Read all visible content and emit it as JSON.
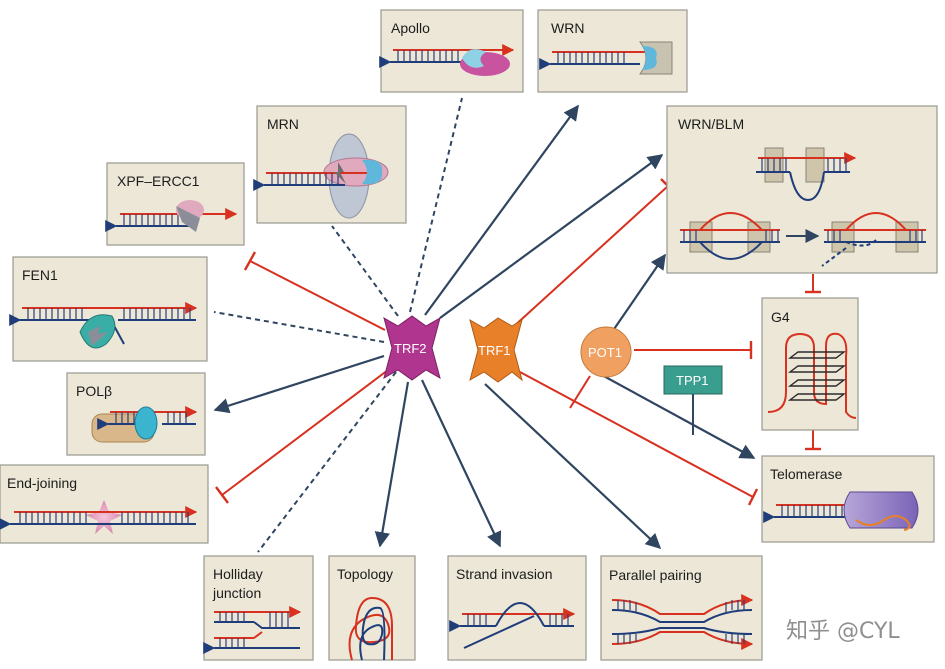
{
  "hubs": {
    "trf2": "TRF2",
    "trf1": "TRF1",
    "pot1": "POT1",
    "tpp1": "TPP1"
  },
  "boxes": {
    "apollo": "Apollo",
    "wrn": "WRN",
    "mrn": "MRN",
    "xpf": "XPF–ERCC1",
    "wrnblm": "WRN/BLM",
    "fen1": "FEN1",
    "g4": "G4",
    "polb": "POLβ",
    "endjoining": "End-joining",
    "telomerase": "Telomerase",
    "holliday_line1": "Holliday",
    "holliday_line2": "junction",
    "topology": "Topology",
    "strand": "Strand invasion",
    "parallel": "Parallel pairing"
  },
  "watermark": "知乎 @CYL",
  "colors": {
    "activate": "#2f4560",
    "inhibit": "#d8311f",
    "trf2": "#b0358f",
    "trf1": "#e8802a",
    "pot1": "#f0a060",
    "tpp1": "#3a9e8f",
    "box": "#ece7d6"
  }
}
